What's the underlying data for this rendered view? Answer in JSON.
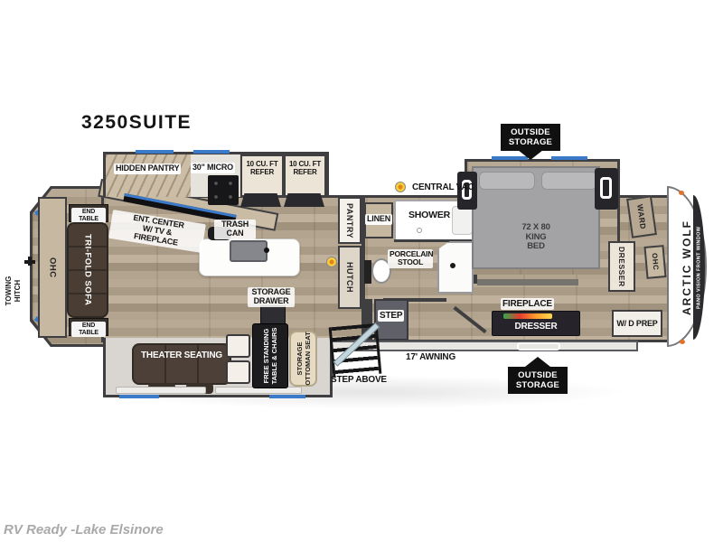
{
  "title": "3250SUITE",
  "watermark": "RV Ready -Lake Elsinore",
  "badges": {
    "top": "OUTSIDE\nSTORAGE",
    "bottom": "OUTSIDE\nSTORAGE"
  },
  "brand": {
    "name": "ARCTIC WOLF",
    "front_window": "PANO VISION FRONT WINDOW"
  },
  "exterior": {
    "towing_hitch": "TOWING\nHITCH",
    "awning": "17' AWNING",
    "step_above": "STEP ABOVE"
  },
  "annotations": {
    "central_vac": "CENTRAL VAC"
  },
  "kitchen": {
    "hidden_pantry": "HIDDEN PANTRY",
    "micro": "30\" MICRO",
    "refer_1": "10 CU. FT\nREFER",
    "refer_2": "10 CU. FT\nREFER",
    "trash_can": "TRASH\nCAN",
    "storage_drawer": "STORAGE\nDRAWER",
    "pantry": "PANTRY",
    "hutch": "HUTCH"
  },
  "bath": {
    "linen": "LINEN",
    "shower": "SHOWER",
    "porcelain_stool": "PORCELAIN\nSTOOL"
  },
  "bedroom": {
    "bed": "72 X 80\nKING\nBED",
    "ward": "WARD",
    "dresser_side": "DRESSER",
    "ohc": "OHC",
    "wd_prep": "W/ D PREP",
    "fireplace": "FIREPLACE",
    "dresser_foot": "DRESSER"
  },
  "living": {
    "ent_center": "ENT. CENTER\nW/ TV &\nFIREPLACE",
    "end_table_top": "END TABLE",
    "end_table_bottom": "END TABLE",
    "tri_fold_sofa": "TRI-FOLD SOFA",
    "ohc": "OHC",
    "theater_seating": "THEATER SEATING",
    "free_standing": "FREE STANDING\nTABLE & CHAIRS",
    "storage_ottoman": "STORAGE\nOTTOMAN SEAT",
    "step": "STEP"
  },
  "colors": {
    "accent_blue": "#3b79c9",
    "vac_yellow": "#f6c51f",
    "badge_black": "#101010",
    "wall": "#3f3f41"
  }
}
